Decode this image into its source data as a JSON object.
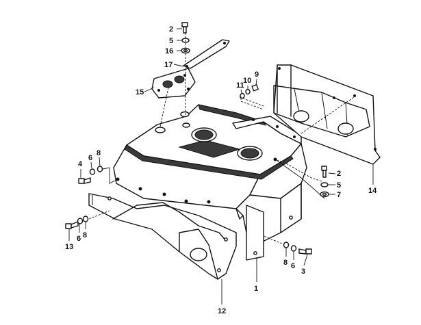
{
  "callouts": [
    {
      "id": "c1",
      "text": "1"
    },
    {
      "id": "c2a",
      "text": "2"
    },
    {
      "id": "c2b",
      "text": "2"
    },
    {
      "id": "c3",
      "text": "3"
    },
    {
      "id": "c4",
      "text": "4"
    },
    {
      "id": "c5a",
      "text": "5"
    },
    {
      "id": "c5b",
      "text": "5"
    },
    {
      "id": "c6a",
      "text": "6"
    },
    {
      "id": "c6b",
      "text": "6"
    },
    {
      "id": "c6c",
      "text": "6"
    },
    {
      "id": "c7",
      "text": "7"
    },
    {
      "id": "c8a",
      "text": "8"
    },
    {
      "id": "c8b",
      "text": "8"
    },
    {
      "id": "c8c",
      "text": "8"
    },
    {
      "id": "c9",
      "text": "9"
    },
    {
      "id": "c10",
      "text": "10"
    },
    {
      "id": "c11",
      "text": "11"
    },
    {
      "id": "c12",
      "text": "12"
    },
    {
      "id": "c13",
      "text": "13"
    },
    {
      "id": "c14",
      "text": "14"
    },
    {
      "id": "c15",
      "text": "15"
    },
    {
      "id": "c16",
      "text": "16"
    },
    {
      "id": "c17",
      "text": "17"
    }
  ]
}
